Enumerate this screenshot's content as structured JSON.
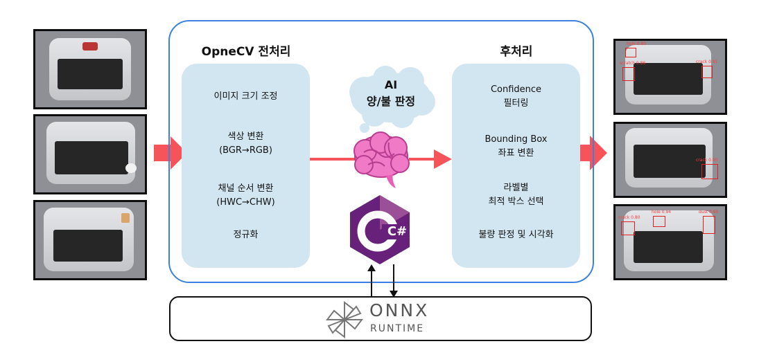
{
  "preprocessing": {
    "title": "OpneCV 전처리",
    "steps": [
      {
        "line1": "이미지 크기 조정",
        "line2": ""
      },
      {
        "line1": "색상 변환",
        "line2": "(BGR→RGB)"
      },
      {
        "line1": "채널 순서 변환",
        "line2": "(HWC→CHW)"
      },
      {
        "line1": "정규화",
        "line2": ""
      }
    ]
  },
  "postprocessing": {
    "title": "후처리",
    "steps": [
      {
        "line1": "Confidence",
        "line2": "필터링"
      },
      {
        "line1": "Bounding Box",
        "line2": "좌표 변환"
      },
      {
        "line1": "라벨별",
        "line2": "최적 박스 선택"
      },
      {
        "line1": "불량 판정 및 시각화",
        "line2": ""
      }
    ]
  },
  "ai_bubble": {
    "line1": "AI",
    "line2": "양/불 판정"
  },
  "csharp_logo": {
    "label": "C#"
  },
  "onnx_runtime": {
    "word": "ONNX",
    "sub": "RUNTIME"
  },
  "result_images": [
    {
      "detections": [
        "hole 0.80",
        "scratch 0.86",
        "crack 0.91"
      ]
    },
    {
      "detections": [
        "crack 0.90"
      ]
    },
    {
      "detections": [
        "crack 0.80",
        "hole 0.94",
        "dust 0.90"
      ]
    }
  ],
  "colors": {
    "arrow": "#f5555a",
    "panel": "#d1e6f1",
    "frame": "#3b82e0",
    "brain": "#f07ac6",
    "csharp_purple": "#68217a",
    "detection_box": "#e02020"
  }
}
